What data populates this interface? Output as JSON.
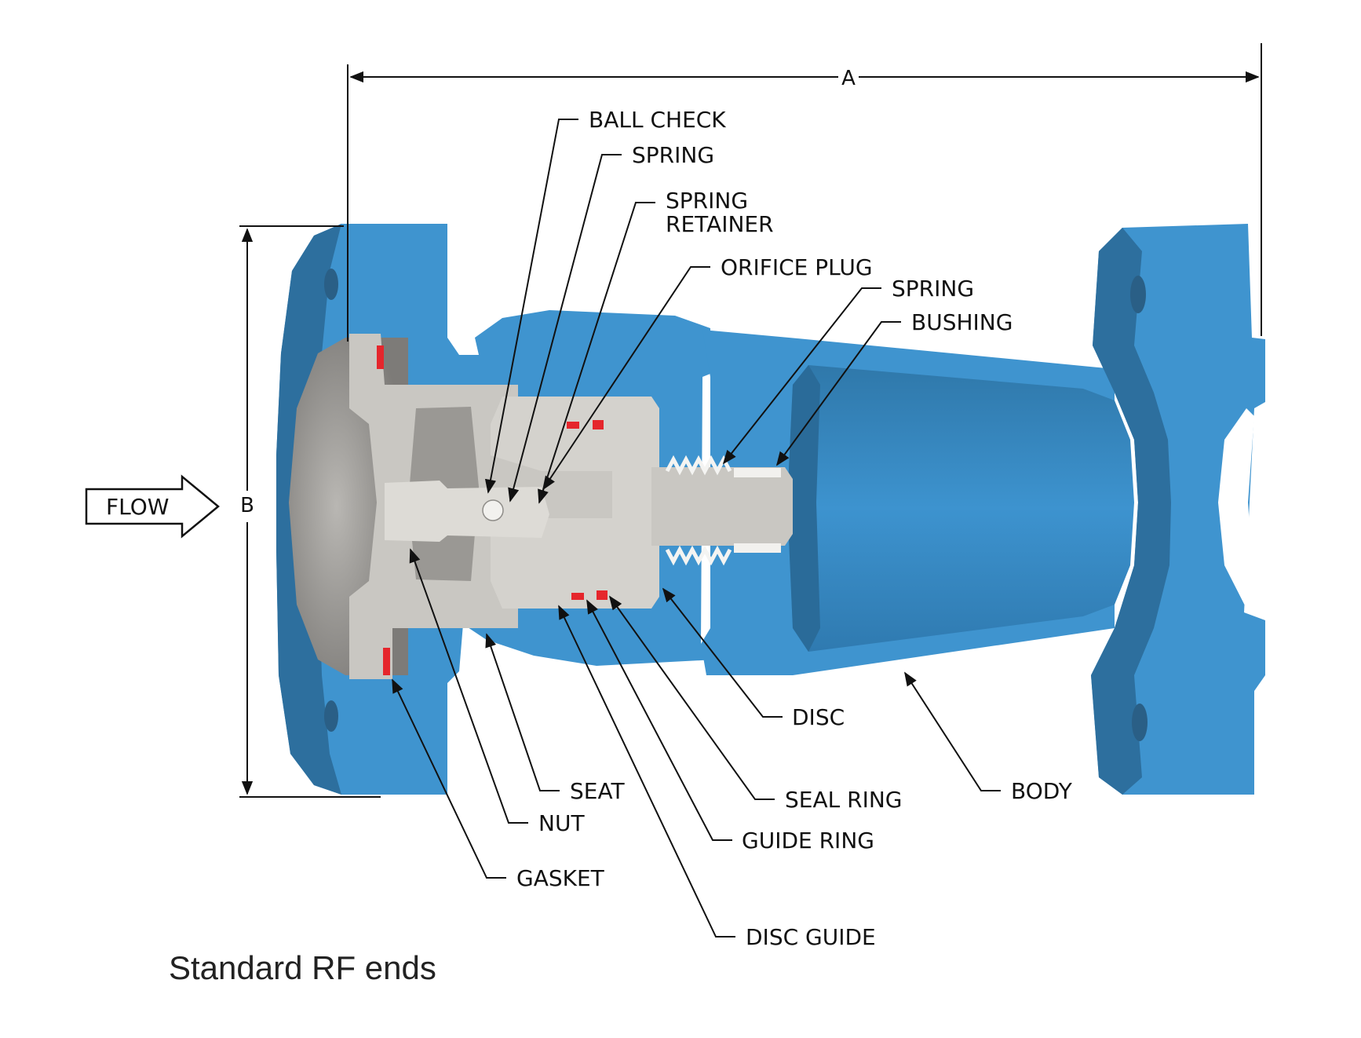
{
  "caption": "Standard RF ends",
  "flow_label": "FLOW",
  "dimension_a": "A",
  "dimension_b": "B",
  "labels": {
    "ball_check": "BALL CHECK",
    "spring_1": "SPRING",
    "spring_retainer_1": "SPRING",
    "spring_retainer_2": "RETAINER",
    "orifice_plug": "ORIFICE PLUG",
    "spring_2": "SPRING",
    "bushing": "BUSHING",
    "disc": "DISC",
    "body": "BODY",
    "seat": "SEAT",
    "nut": "NUT",
    "gasket": "GASKET",
    "seal_ring": "SEAL RING",
    "guide_ring": "GUIDE RING",
    "disc_guide": "DISC GUIDE"
  },
  "colors": {
    "body_blue": "#3f94cf",
    "body_shadow": "#2d6f9e",
    "trim_grey": "#c9c7c2",
    "trim_dark": "#8f8d89",
    "gasket_red": "#e5262c",
    "line": "#111111"
  }
}
